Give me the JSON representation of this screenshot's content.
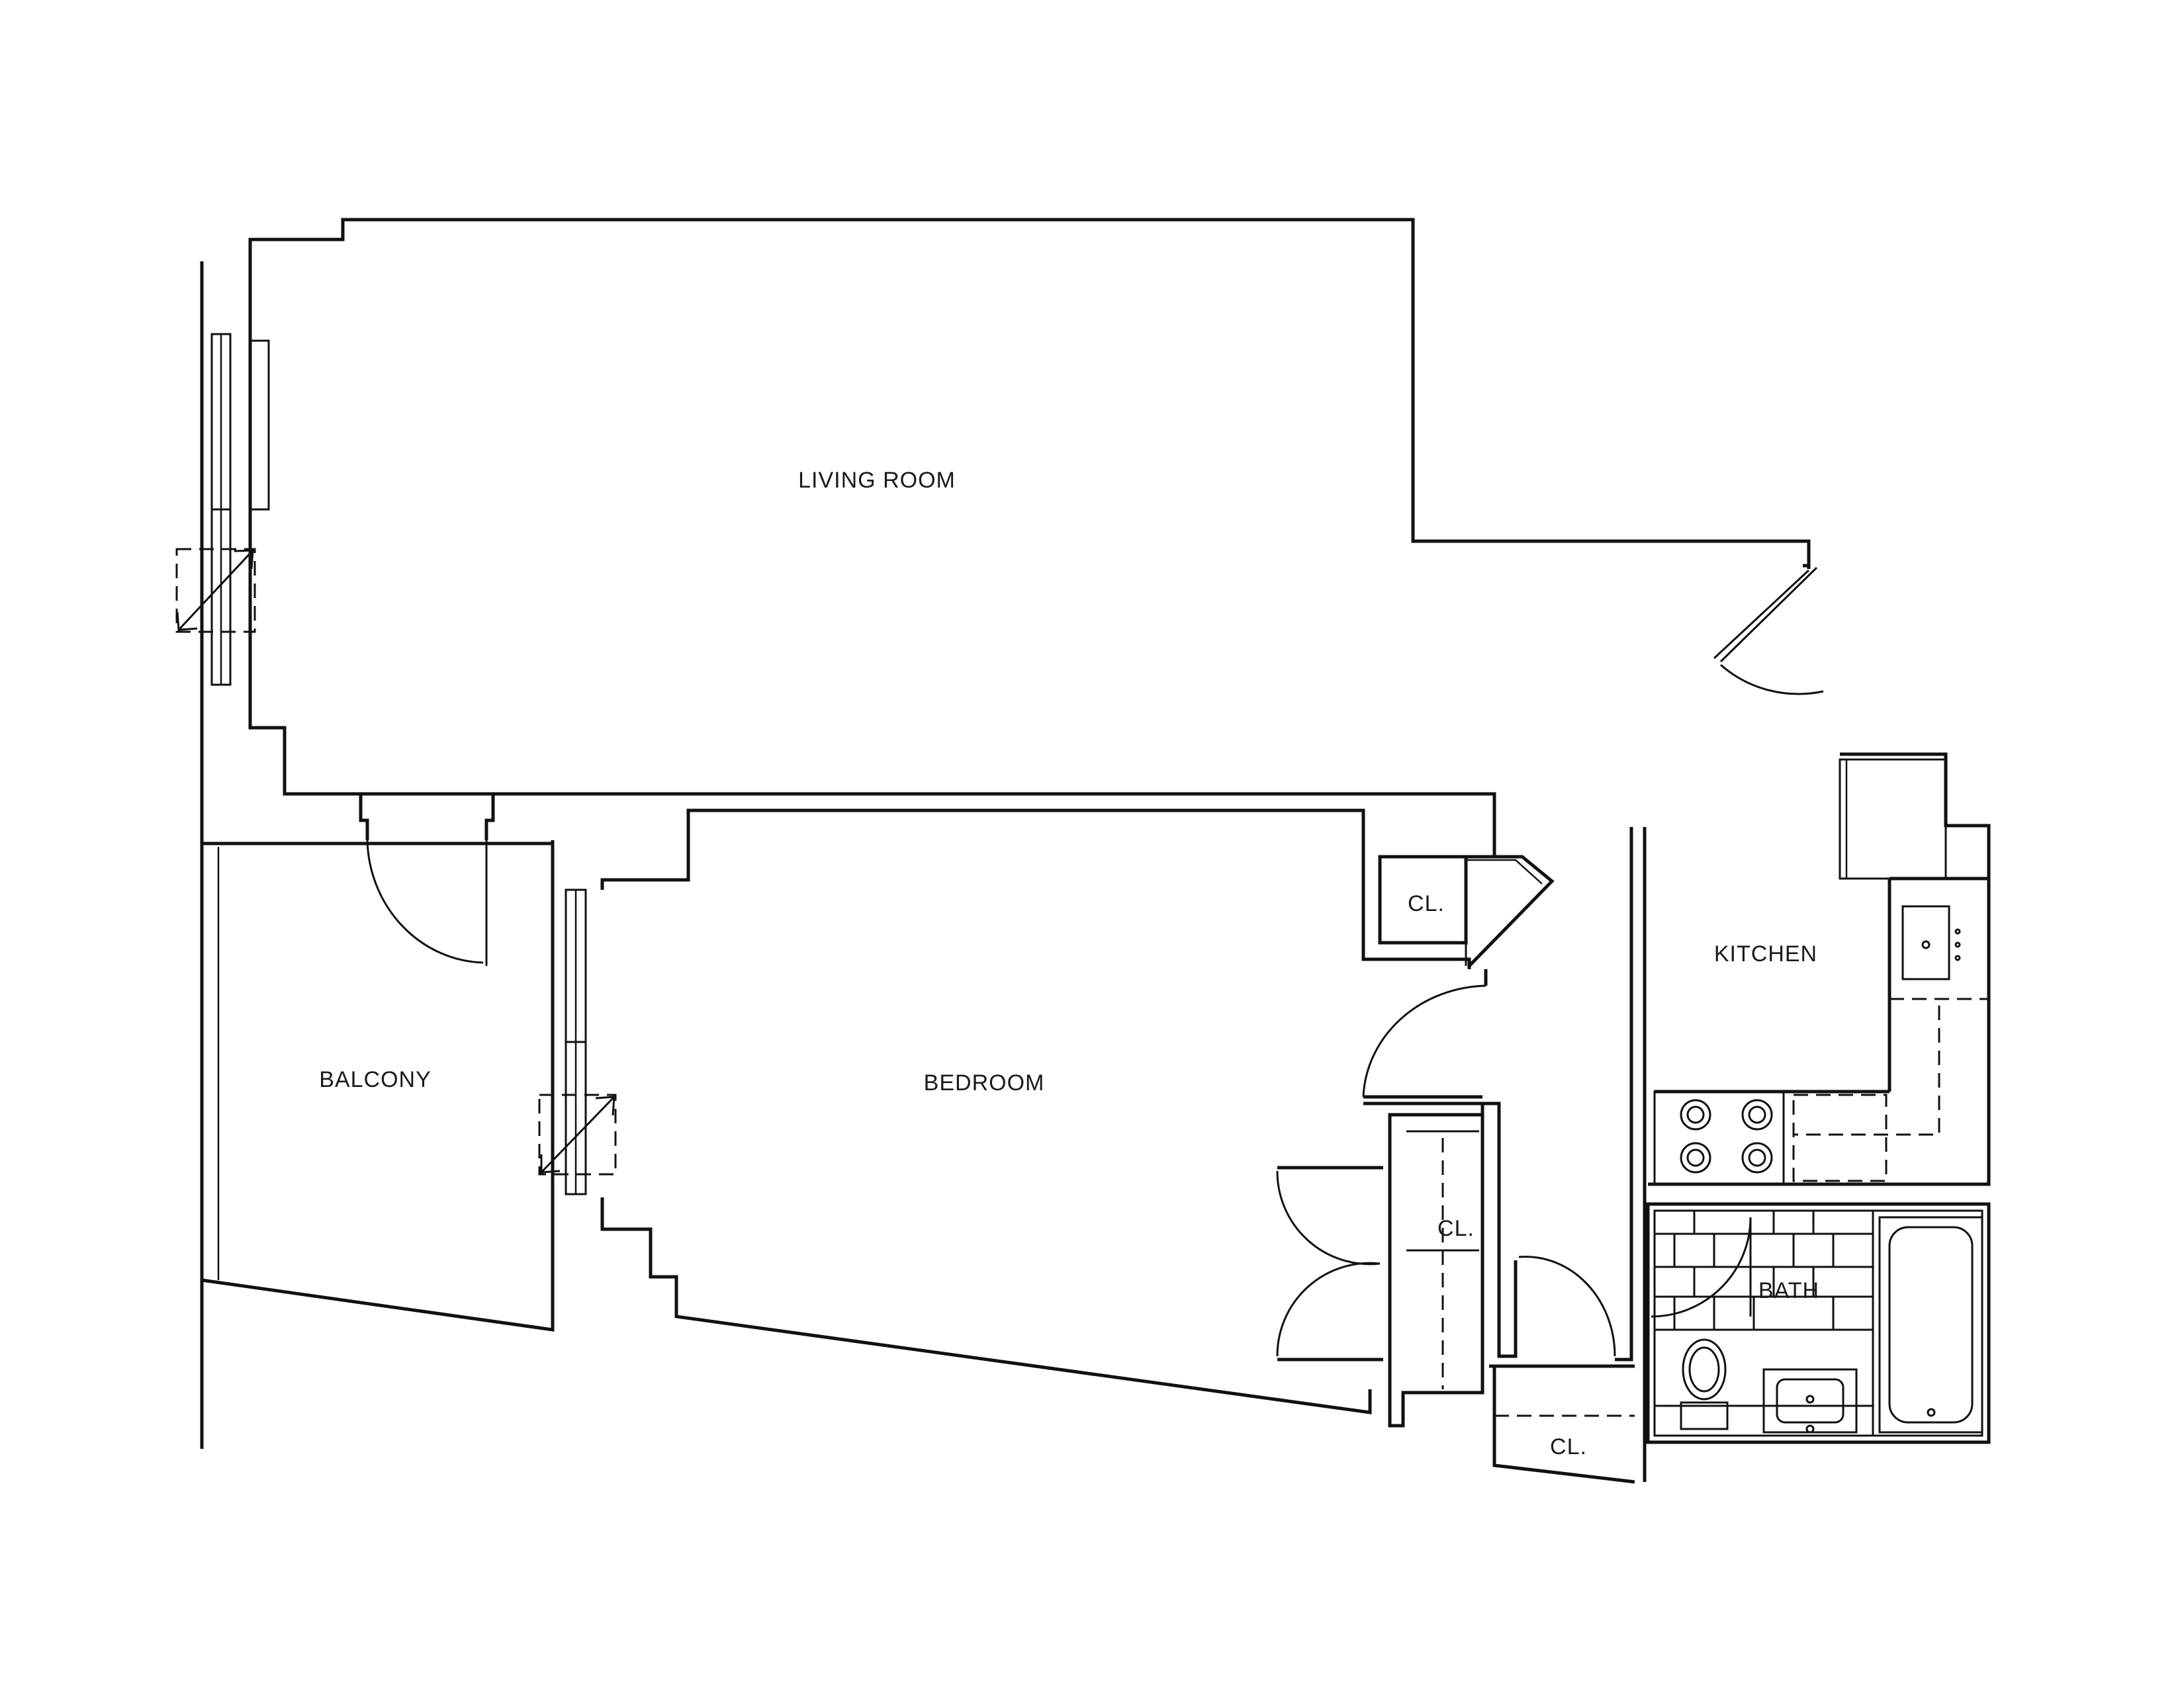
{
  "rooms": {
    "living_room": "LIVING ROOM",
    "balcony": "BALCONY",
    "bedroom": "BEDROOM",
    "kitchen": "KITCHEN",
    "bath": "BATH",
    "closet_1": "CL.",
    "closet_2": "CL.",
    "closet_3": "CL."
  }
}
